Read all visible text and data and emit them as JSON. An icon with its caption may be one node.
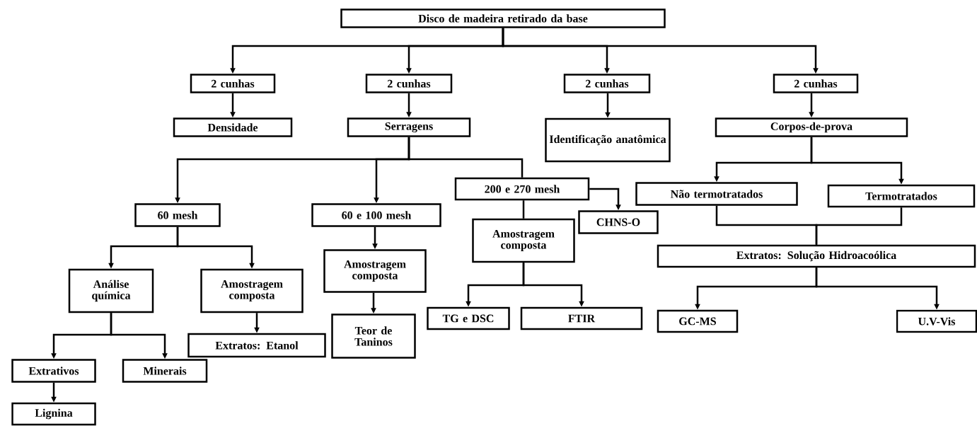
{
  "diagram": {
    "nodes": [
      {
        "text": [
          "Disco de madeira retirado da base"
        ]
      },
      {
        "text": [
          "2 cunhas"
        ]
      },
      {
        "text": [
          "2 cunhas"
        ]
      },
      {
        "text": [
          "2 cunhas"
        ]
      },
      {
        "text": [
          "2 cunhas"
        ]
      },
      {
        "text": [
          "Densidade"
        ]
      },
      {
        "text": [
          "Serragens"
        ]
      },
      {
        "text": [
          "Identificação anatômica"
        ]
      },
      {
        "text": [
          "Corpos-de-prova"
        ]
      },
      {
        "text": [
          "60 mesh"
        ]
      },
      {
        "text": [
          "60 e 100 mesh"
        ]
      },
      {
        "text": [
          "200 e 270 mesh"
        ]
      },
      {
        "text": [
          "CHNS-O"
        ]
      },
      {
        "text": [
          "Não termotratados"
        ]
      },
      {
        "text": [
          "Termotratados"
        ]
      },
      {
        "text": [
          "Amostragem composta"
        ]
      },
      {
        "text": [
          "Extratos: Solução Hidroacoólica"
        ]
      },
      {
        "text": [
          "Análise química"
        ]
      },
      {
        "text": [
          "Amostragem composta"
        ]
      },
      {
        "text": [
          "Amostragem composta"
        ]
      },
      {
        "text": [
          "TG e DSC"
        ]
      },
      {
        "text": [
          "FTIR"
        ]
      },
      {
        "text": [
          "GC-MS"
        ]
      },
      {
        "text": [
          "U.V-Vis"
        ]
      },
      {
        "text": [
          "Extratos: Etanol"
        ]
      },
      {
        "text": [
          "Teor de Taninos"
        ]
      },
      {
        "text": [
          "Extrativos"
        ]
      },
      {
        "text": [
          "Minerais"
        ]
      },
      {
        "text": [
          "Lignina"
        ]
      }
    ],
    "edges": [
      {
        "from": 0,
        "to": 1,
        "arrow": "to"
      },
      {
        "from": 0,
        "to": 2,
        "arrow": "to"
      },
      {
        "from": 0,
        "to": 3,
        "arrow": "to"
      },
      {
        "from": 0,
        "to": 4,
        "arrow": "to"
      },
      {
        "from": 1,
        "to": 5,
        "arrow": "to"
      },
      {
        "from": 2,
        "to": 6,
        "arrow": "to"
      },
      {
        "from": 3,
        "to": 7,
        "arrow": "to"
      },
      {
        "from": 4,
        "to": 8,
        "arrow": "to"
      },
      {
        "from": 6,
        "to": 9,
        "arrow": "to"
      },
      {
        "from": 6,
        "to": 10,
        "arrow": "to"
      },
      {
        "from": 6,
        "to": 11,
        "arrow": "none"
      },
      {
        "from": 11,
        "to": 12,
        "arrow": "to"
      },
      {
        "from": 11,
        "to": 15,
        "arrow": "none"
      },
      {
        "from": 8,
        "to": 13,
        "arrow": "to"
      },
      {
        "from": 8,
        "to": 14,
        "arrow": "to"
      },
      {
        "from": 13,
        "to": 16,
        "arrow": "none"
      },
      {
        "from": 14,
        "to": 16,
        "arrow": "none"
      },
      {
        "from": 9,
        "to": 17,
        "arrow": "to"
      },
      {
        "from": 9,
        "to": 18,
        "arrow": "to"
      },
      {
        "from": 10,
        "to": 19,
        "arrow": "to"
      },
      {
        "from": 15,
        "to": 20,
        "arrow": "to"
      },
      {
        "from": 15,
        "to": 21,
        "arrow": "to"
      },
      {
        "from": 16,
        "to": 22,
        "arrow": "to"
      },
      {
        "from": 16,
        "to": 23,
        "arrow": "to"
      },
      {
        "from": 18,
        "to": 24,
        "arrow": "to"
      },
      {
        "from": 19,
        "to": 25,
        "arrow": "to"
      },
      {
        "from": 17,
        "to": 26,
        "arrow": "to"
      },
      {
        "from": 17,
        "to": 27,
        "arrow": "to"
      },
      {
        "from": 26,
        "to": 28,
        "arrow": "to"
      }
    ]
  }
}
